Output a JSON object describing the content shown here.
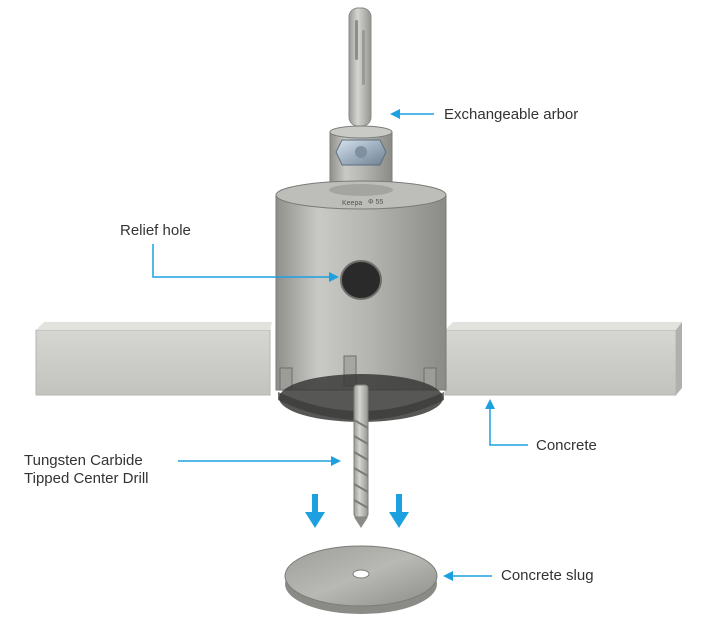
{
  "labels": {
    "arbor": "Exchangeable arbor",
    "relief_hole": "Relief hole",
    "center_drill_line1": "Tungsten Carbide",
    "center_drill_line2": "Tipped Center Drill",
    "concrete": "Concrete",
    "slug": "Concrete slug"
  },
  "body_marking": {
    "brand": "Keepa",
    "size": "Φ 55"
  },
  "colors": {
    "callout": "#1ca0e0",
    "metal": "#a9a9a5",
    "concrete": "#c8c8c4",
    "text": "#333333"
  },
  "icons": [
    "arrow-left-icon",
    "arrow-up-icon",
    "arrow-down-icon"
  ]
}
